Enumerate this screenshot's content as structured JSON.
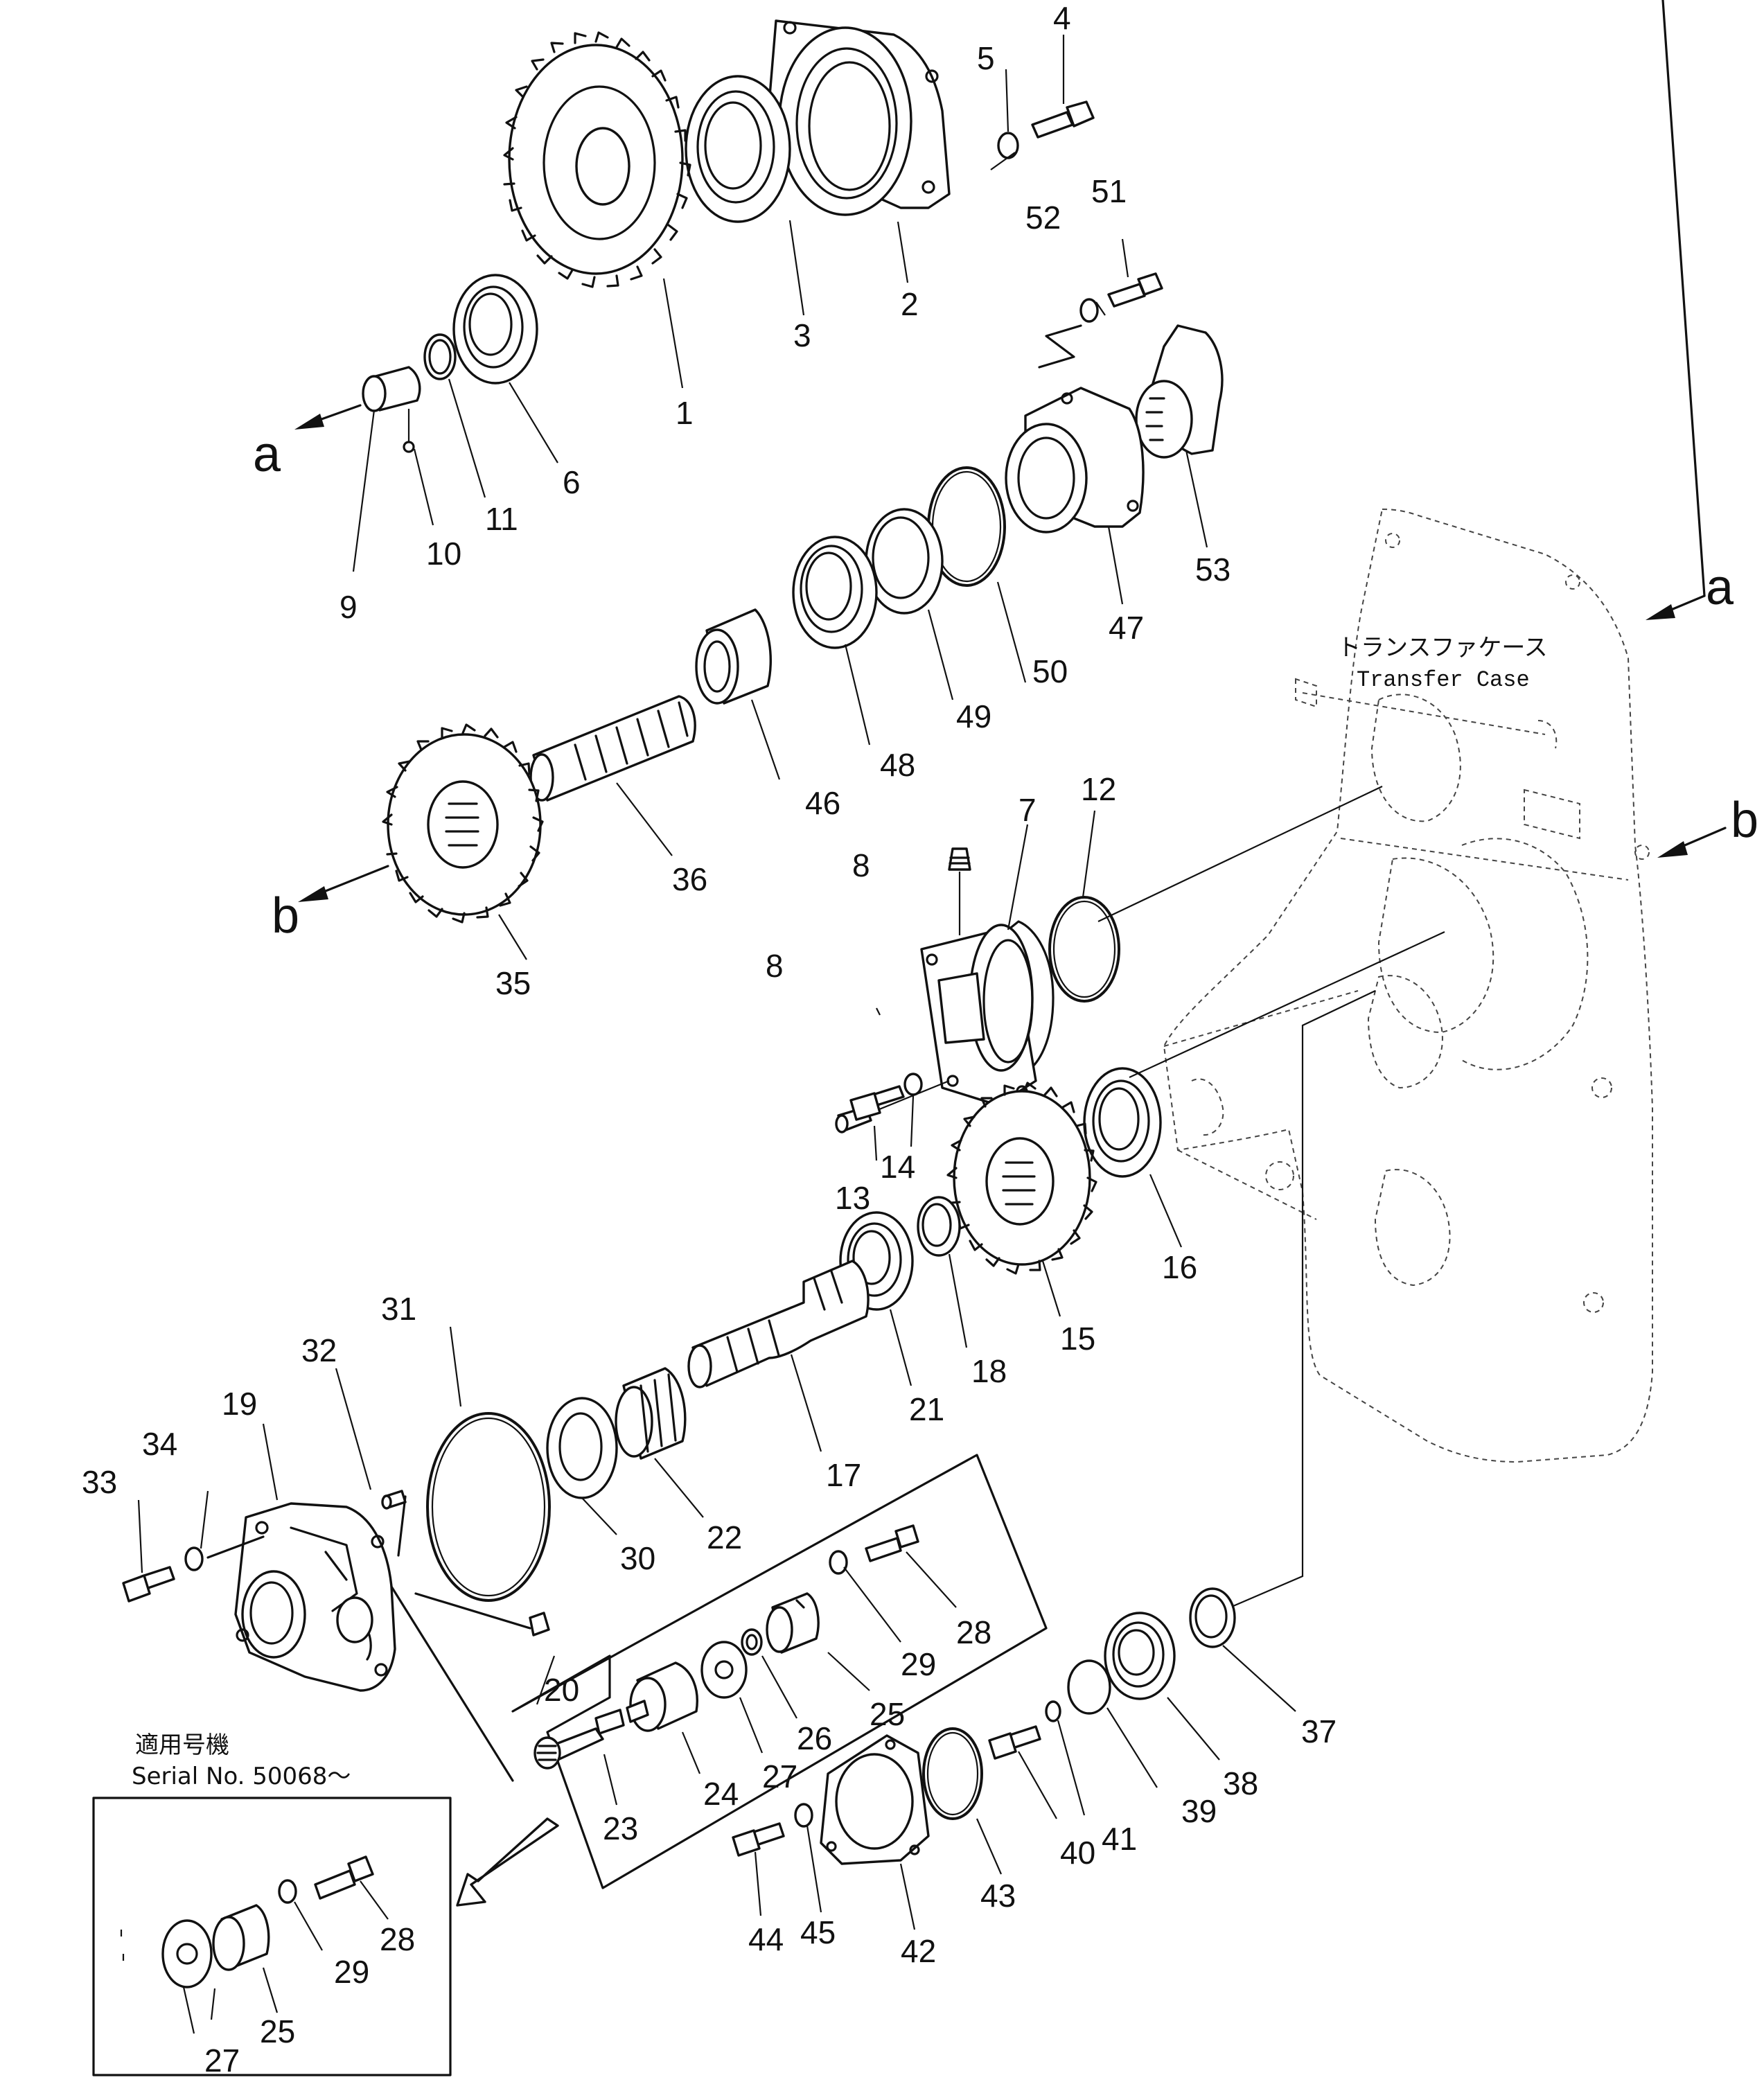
{
  "transfer_case": {
    "label_jp": "トランスファケース",
    "label_en": "Transfer Case"
  },
  "serial_note": {
    "label_jp": "適用号機",
    "label_en": "Serial No. 50068～"
  },
  "section_letters": {
    "a_left": "a",
    "a_right": "a",
    "b_left": "b",
    "b_right": "b"
  },
  "callouts": {
    "p1": "1",
    "p2": "2",
    "p3": "3",
    "p4": "4",
    "p5": "5",
    "p6": "6",
    "p7": "7",
    "p8a": "8",
    "p8b": "8",
    "p9": "9",
    "p10": "10",
    "p11": "11",
    "p12": "12",
    "p13": "13",
    "p14": "14",
    "p15": "15",
    "p16": "16",
    "p17": "17",
    "p18": "18",
    "p19": "19",
    "p20": "20",
    "p21": "21",
    "p22": "22",
    "p23": "23",
    "p24": "24",
    "p25": "25",
    "p26": "26",
    "p27": "27",
    "p28": "28",
    "p29": "29",
    "p30": "30",
    "p31": "31",
    "p32": "32",
    "p33": "33",
    "p34": "34",
    "p35": "35",
    "p36": "36",
    "p37": "37",
    "p38": "38",
    "p39": "39",
    "p40": "40",
    "p41": "41",
    "p42": "42",
    "p43": "43",
    "p44": "44",
    "p45": "45",
    "p46": "46",
    "p47": "47",
    "p48": "48",
    "p49": "49",
    "p50": "50",
    "p51": "51",
    "p52": "52",
    "p53": "53",
    "inset_p25": "25",
    "inset_p27": "27",
    "inset_p28": "28",
    "inset_p29": "29"
  }
}
